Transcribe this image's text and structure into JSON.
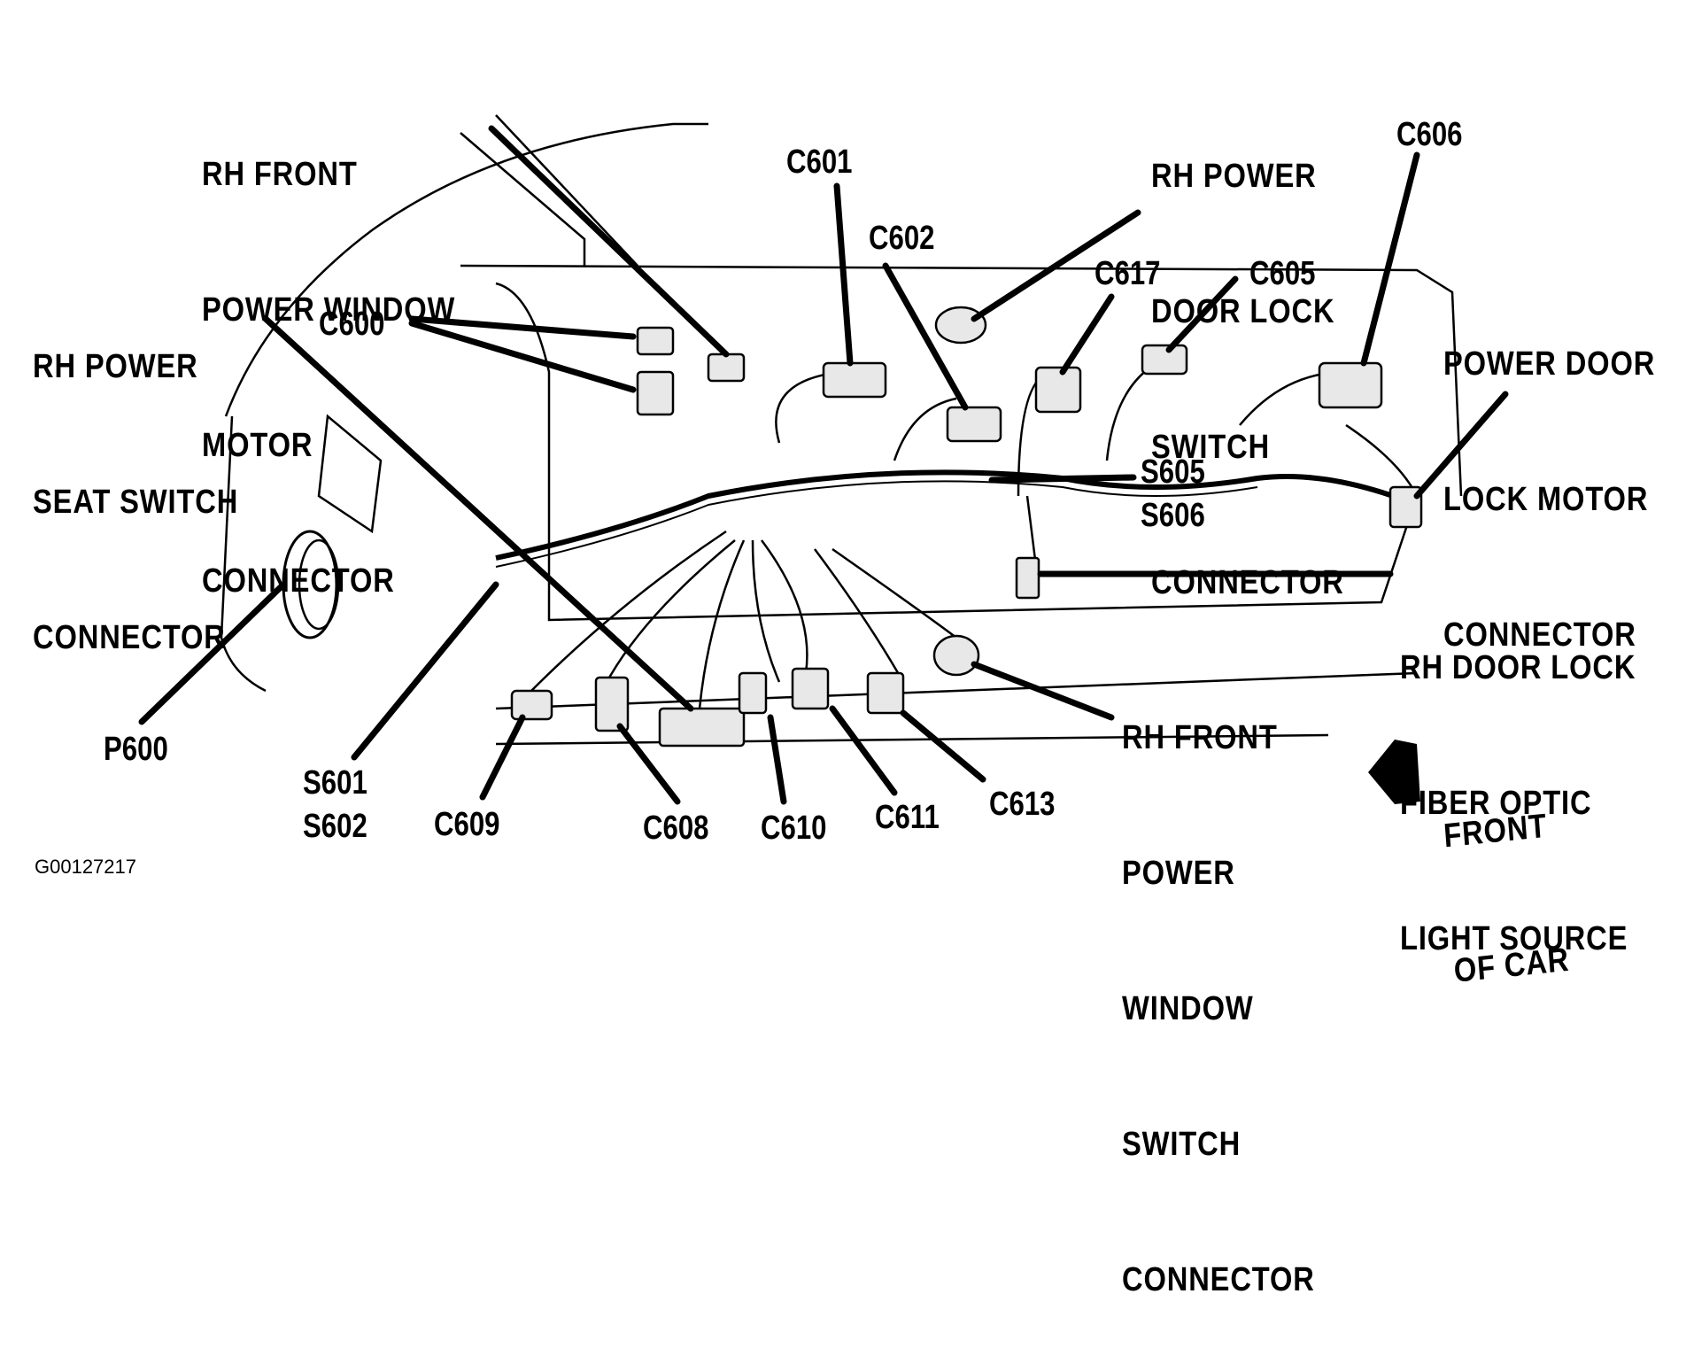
{
  "figure_id": "G00127217",
  "labels": {
    "rh_front_pw_motor": [
      "RH FRONT",
      "POWER WINDOW",
      "MOTOR",
      "CONNECTOR"
    ],
    "rh_power_seat_switch": [
      "RH POWER",
      "SEAT SWITCH",
      "CONNECTOR"
    ],
    "rh_power_door_lock_switch": [
      "RH POWER",
      "DOOR LOCK",
      "SWITCH",
      "CONNECTOR"
    ],
    "power_door_lock_motor": [
      "POWER DOOR",
      "LOCK MOTOR",
      "CONNECTOR"
    ],
    "rh_door_lock_fiber_optic": [
      "RH DOOR LOCK",
      "FIBER OPTIC",
      "LIGHT SOURCE"
    ],
    "rh_front_pw_switch": [
      "RH FRONT",
      "POWER",
      "WINDOW",
      "SWITCH",
      "CONNECTOR"
    ],
    "front_of_car": [
      "FRONT",
      "OF CAR"
    ]
  },
  "codes": {
    "c600": "C600",
    "c601": "C601",
    "c602": "C602",
    "c605": "C605",
    "c606": "C606",
    "c617": "C617",
    "c608": "C608",
    "c609": "C609",
    "c610": "C610",
    "c611": "C611",
    "c613": "C613",
    "p600": "P600",
    "s601": "S601",
    "s602": "S602",
    "s605": "S605",
    "s606": "S606"
  }
}
